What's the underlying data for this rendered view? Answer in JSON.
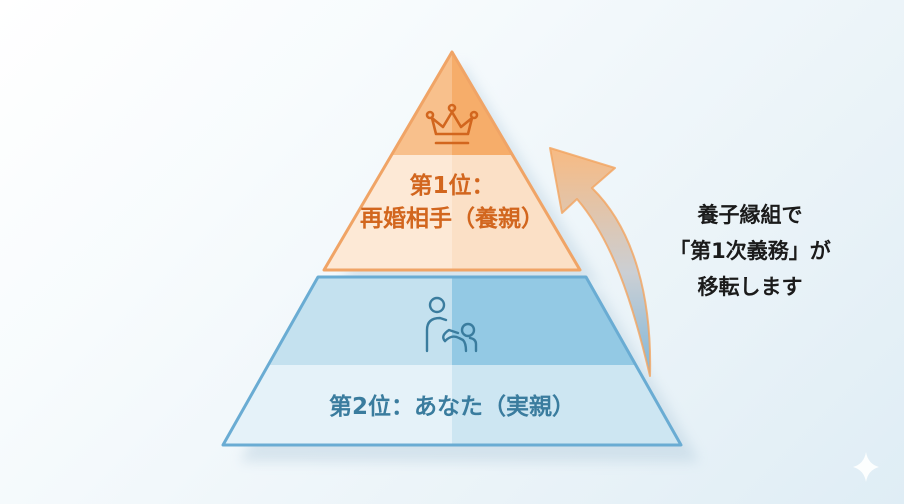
{
  "diagram": {
    "type": "pyramid",
    "tiers": [
      {
        "rank": 1,
        "icon": "crown-icon",
        "label_line1": "第1位：",
        "label_line2": "再婚相手（養親）",
        "color": "#f6a968",
        "text_color": "#d2661e"
      },
      {
        "rank": 2,
        "icon": "parent-child-icon",
        "label": "第2位：あなた（実親）",
        "color": "#8ec7e3",
        "text_color": "#3a7c9e"
      }
    ],
    "arrow": {
      "direction": "up",
      "from": "tier-2",
      "to": "tier-1",
      "gradient_start": "#7ab4d8",
      "gradient_end": "#f6b57a"
    },
    "annotation": {
      "line1": "養子縁組で",
      "line2": "「第1次義務」が",
      "line3": "移転します"
    },
    "watermark_icon": "sparkle-icon"
  }
}
